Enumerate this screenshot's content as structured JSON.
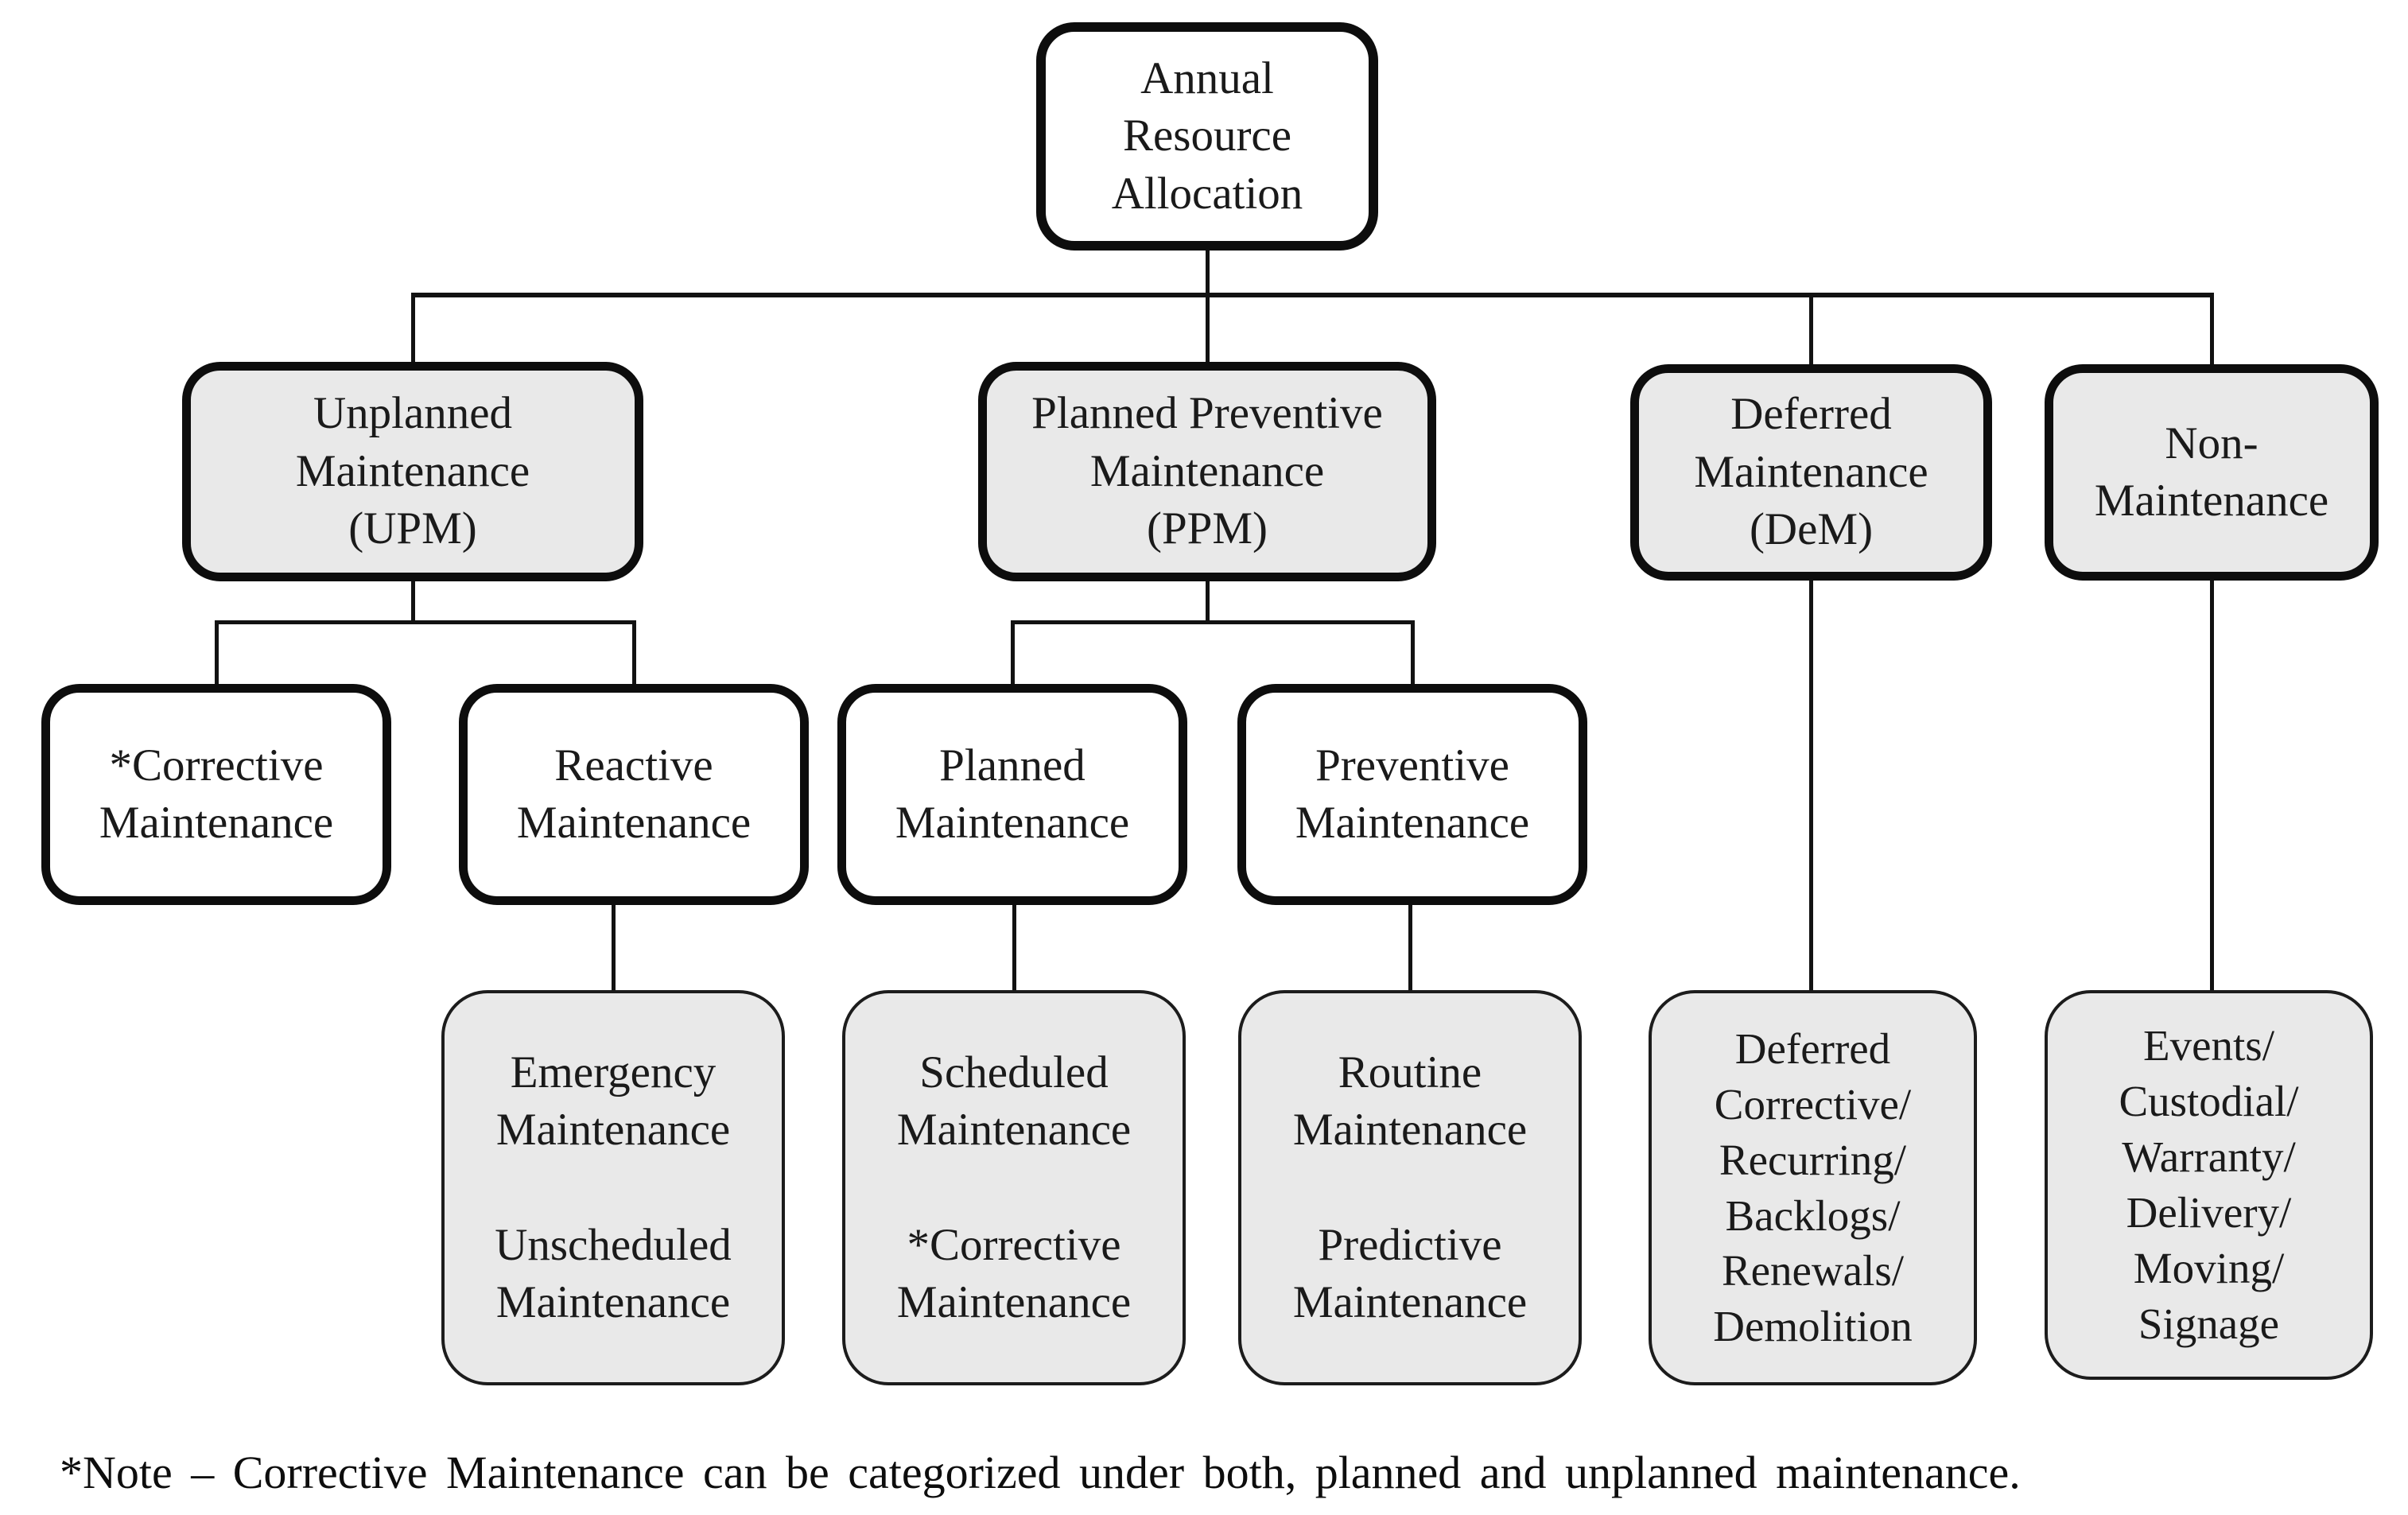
{
  "diagram": {
    "root": {
      "label": "Annual\nResource\nAllocation"
    },
    "level2": [
      {
        "id": "upm",
        "label": "Unplanned\nMaintenance\n(UPM)"
      },
      {
        "id": "ppm",
        "label": "Planned Preventive\nMaintenance\n(PPM)"
      },
      {
        "id": "dem",
        "label": "Deferred\nMaintenance\n(DeM)"
      },
      {
        "id": "nonm",
        "label": "Non-\nMaintenance"
      }
    ],
    "level3": [
      {
        "id": "corrective",
        "label": "*Corrective\nMaintenance"
      },
      {
        "id": "reactive",
        "label": "Reactive\nMaintenance"
      },
      {
        "id": "planned",
        "label": "Planned\nMaintenance"
      },
      {
        "id": "preventive",
        "label": "Preventive\nMaintenance"
      }
    ],
    "level4": [
      {
        "id": "emergency",
        "label": "Emergency\nMaintenance\n\nUnscheduled\nMaintenance"
      },
      {
        "id": "scheduled",
        "label": "Scheduled\nMaintenance\n\n*Corrective\nMaintenance"
      },
      {
        "id": "routine",
        "label": "Routine\nMaintenance\n\nPredictive\nMaintenance"
      },
      {
        "id": "deferred",
        "label": "Deferred\nCorrective/\nRecurring/\nBacklogs/\nRenewals/\nDemolition"
      },
      {
        "id": "events",
        "label": "Events/\nCustodial/\nWarranty/\nDelivery/\nMoving/\nSignage"
      }
    ],
    "note": "*Note – Corrective Maintenance can be categorized under both, planned and unplanned maintenance.",
    "colors": {
      "box_fill_gray": "#e9e9e9",
      "box_fill_white": "#ffffff",
      "border": "#0d0d0d",
      "text": "#1a1a1a"
    }
  }
}
